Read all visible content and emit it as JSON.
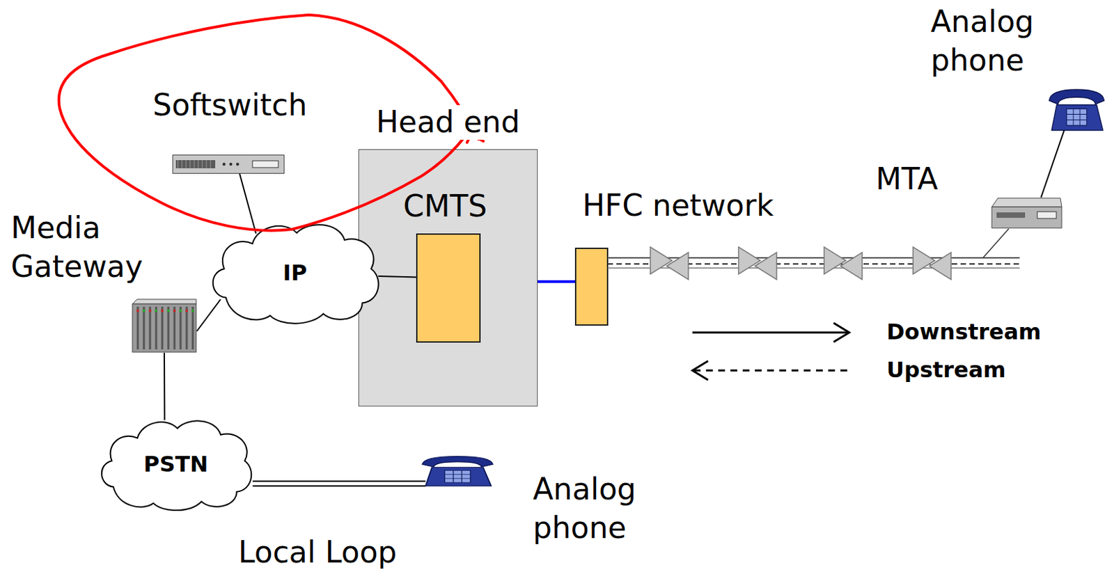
{
  "diagram": {
    "nodes": [
      {
        "text": [
          "Head end"
        ]
      },
      {
        "text": [
          "CMTS"
        ],
        "in": 0
      },
      {
        "text": [
          "Softswitch"
        ]
      },
      {
        "text": [
          "IP"
        ]
      },
      {
        "text": [
          "Media Gateway"
        ]
      },
      {
        "text": [
          "PSTN"
        ]
      },
      {
        "text": [
          "Analog phone"
        ]
      },
      {
        "text": [
          "MTA"
        ]
      },
      {
        "text": [
          "Analog phone"
        ]
      }
    ],
    "edges": [
      {
        "from": 2,
        "to": 3,
        "arrow": "none"
      },
      {
        "from": 4,
        "to": 3,
        "arrow": "none"
      },
      {
        "from": 4,
        "to": 5,
        "arrow": "none"
      },
      {
        "from": 3,
        "to": 1,
        "arrow": "none"
      },
      {
        "from": 5,
        "to": 6,
        "arrow": "none"
      },
      {
        "from": 7,
        "to": 8,
        "arrow": "none"
      }
    ],
    "labels": [
      "HFC network",
      "Downstream",
      "Upstream",
      "Local Loop"
    ]
  }
}
